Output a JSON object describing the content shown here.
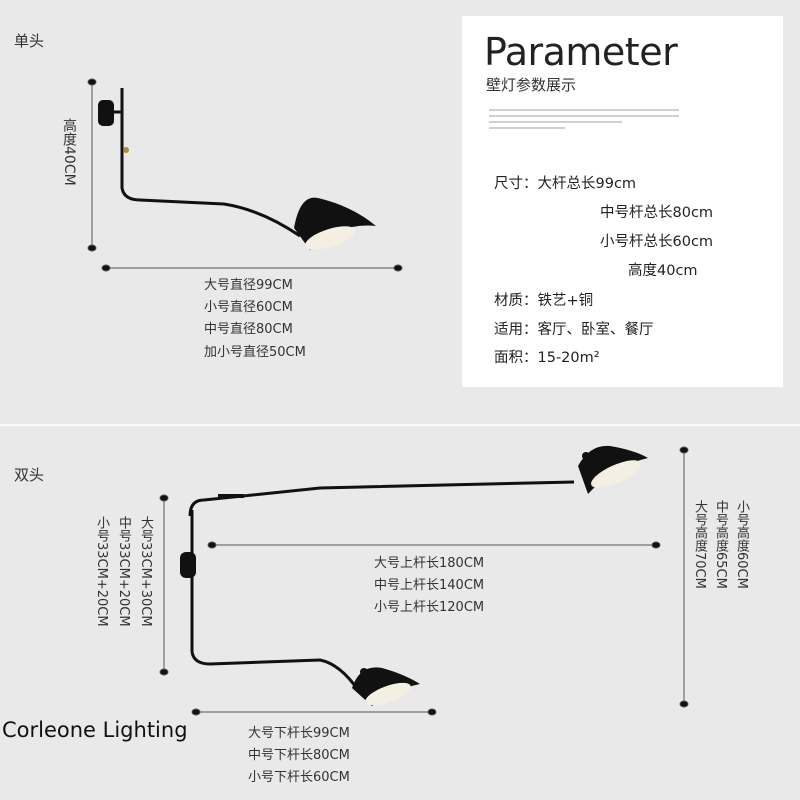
{
  "single": {
    "section_label": "单头",
    "height_label": "高度40CM",
    "diameters": [
      "大号直径99CM",
      "小号直径60CM",
      "中号直径80CM",
      "加小号直径50CM"
    ]
  },
  "parameter": {
    "title": "Parameter",
    "subtitle": "壁灯参数展示",
    "specs": [
      "尺寸：大杆总长99cm",
      "中号杆总长80cm",
      "小号杆总长60cm",
      "高度40cm",
      "材质：铁艺+铜",
      "适用：客厅、卧室、餐厅",
      "面积：15-20m²"
    ]
  },
  "double": {
    "section_label": "双头",
    "left_vertical": [
      "大号33CM+30CM",
      "中号33CM+20CM",
      "小号33CM+20CM"
    ],
    "upper_rods": [
      "大号上杆长180CM",
      "中号上杆长140CM",
      "小号上杆长120CM"
    ],
    "lower_rods": [
      "大号下杆长99CM",
      "中号下杆长80CM",
      "小号下杆长60CM"
    ],
    "heights": [
      "大号高度70CM",
      "中号高度65CM",
      "小号高度60CM"
    ]
  },
  "brand": "Corleone Lighting"
}
